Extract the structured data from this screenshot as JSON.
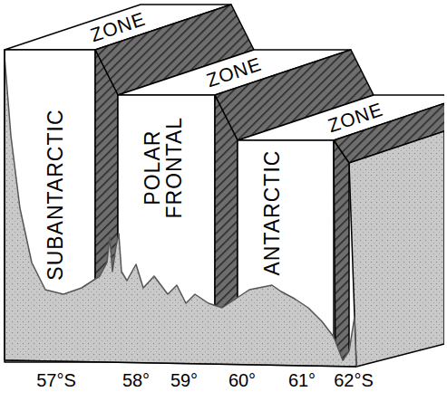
{
  "diagram": {
    "nodes": [
      {
        "text": [
          "SUBANTARCTIC",
          "ZONE"
        ]
      },
      {
        "text": [
          "POLAR FRONTAL",
          "ZONE"
        ]
      },
      {
        "text": [
          "ANTARCTIC",
          "ZONE"
        ]
      }
    ],
    "labels": [
      "57°S",
      "58°",
      "59°",
      "60°",
      "61°",
      "62°S"
    ]
  }
}
